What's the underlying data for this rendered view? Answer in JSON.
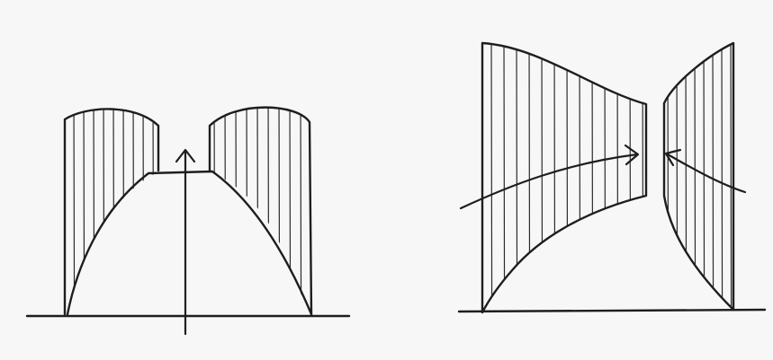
{
  "figure": {
    "panels": [
      {
        "id": "left",
        "kind": "symmetric-peak-with-hatched-walls"
      },
      {
        "id": "right",
        "kind": "converging-flow-with-hatched-walls"
      }
    ],
    "ink_color": "#1e1e1e",
    "background_color": "#f7f7f7"
  }
}
